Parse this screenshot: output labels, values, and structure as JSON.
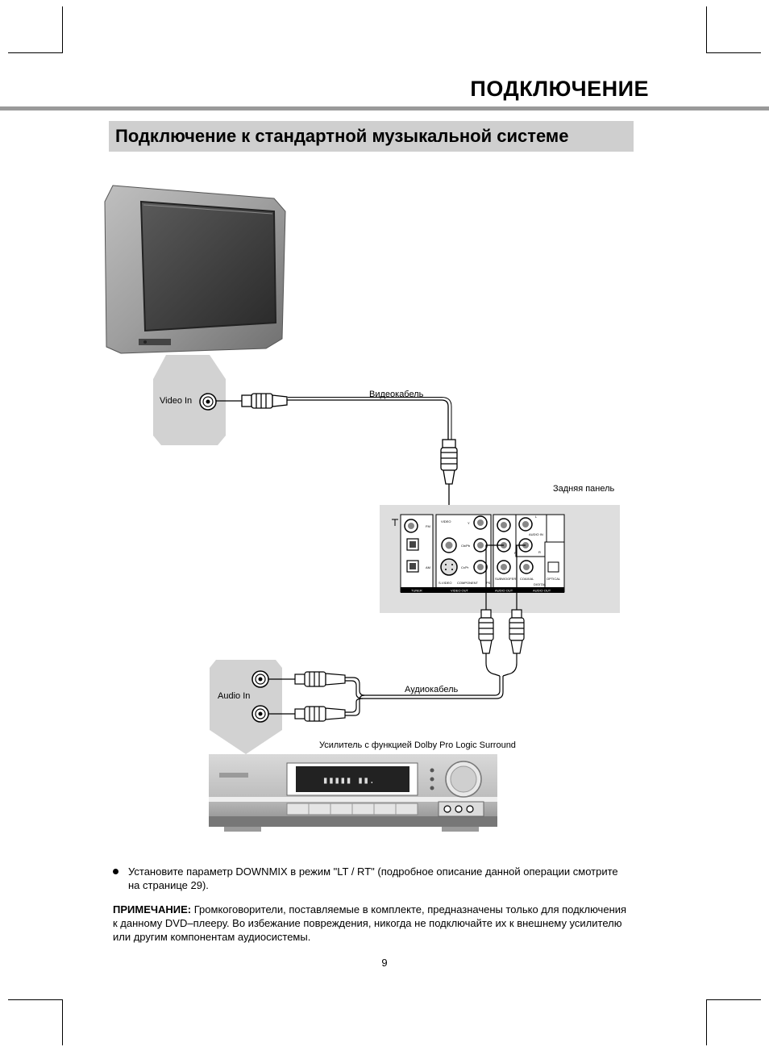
{
  "header": {
    "title": "ПОДКЛЮЧЕНИЕ"
  },
  "section": {
    "title": "Подключение к стандартной музыкальной системе"
  },
  "diagram": {
    "video_in_label": "Video In",
    "video_cable_label": "Видеокабель",
    "rear_panel_label": "Задняя панель",
    "audio_in_label": "Audio In",
    "audio_cable_label": "Аудиокабель",
    "amplifier_label": "Усилитель с функцией Dolby Pro Logic Surround",
    "panel": {
      "fm": "FM",
      "am": "AM",
      "tuner": "TUNER",
      "video": "VIDEO",
      "y": "Y",
      "cb_pb": "Cb/Pb",
      "cr_pr": "Cr/Pr",
      "s_video": "S-VIDEO",
      "component": "COMPONENT",
      "ps": "PS",
      "video_out": "VIDEO OUT",
      "l": "L",
      "r": "R",
      "audio_in": "AUDIO IN",
      "subwoofer": "SUBWOOFER",
      "coaxial": "COAXIAL",
      "optical": "OPTICAL",
      "digital": "DIGITAL",
      "audio_out": "AUDIO OUT"
    }
  },
  "instructions": {
    "bullet_line1": "Установите параметр DOWNMIX в режим \"LT / RT\" (подробное описание данной операции смотрите",
    "bullet_line2": "на странице 29).",
    "note_label": "ПРИМЕЧАНИЕ:",
    "note_line1_rest": " Громкоговорители, поставляемые в комплекте, предназначены только для подключения",
    "note_line2": "к данному DVD–плееру. Во избежание повреждения, никогда не подключайте их к внешнему усилителю",
    "note_line3": "или другим компонентам аудиосистемы."
  },
  "page_number": "9"
}
